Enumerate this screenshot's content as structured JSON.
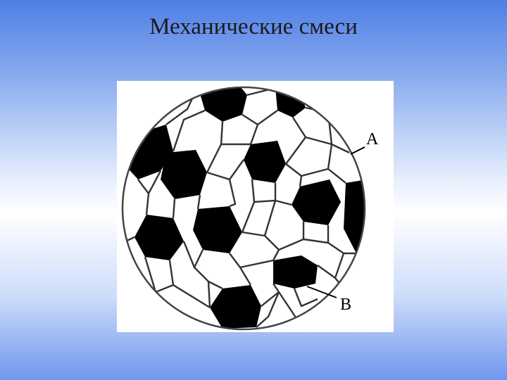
{
  "slide": {
    "title": "Механические смеси"
  },
  "diagram": {
    "labels": {
      "a": "A",
      "b": "B"
    },
    "colors": {
      "dark_grain": "#000000",
      "light_grain": "#ffffff",
      "boundary": "#333333"
    }
  }
}
